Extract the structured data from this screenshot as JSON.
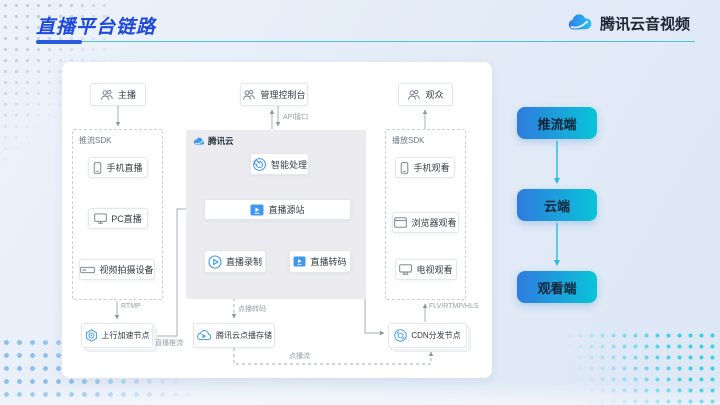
{
  "header": {
    "title": "直播平台链路",
    "brand": "腾讯云音视频"
  },
  "legend": {
    "steps": [
      "推流端",
      "云端",
      "观看端"
    ]
  },
  "diagram": {
    "actors": {
      "host": "主播",
      "console": "管理控制台",
      "audience": "观众"
    },
    "push_sdk": {
      "label": "推流SDK",
      "items": [
        "手机直播",
        "PC直播",
        "视频拍摄设备"
      ]
    },
    "cloud": {
      "label": "腾讯云",
      "smart": "智能处理",
      "origin": "直播源站",
      "record": "直播录制",
      "transcode": "直播转码"
    },
    "play_sdk": {
      "label": "播放SDK",
      "items": [
        "手机观看",
        "浏览器观看",
        "电视观看"
      ]
    },
    "nodes": {
      "uplink": "上行加速节点",
      "vod_storage": "腾讯云点播存储",
      "cdn": "CDN分发节点"
    },
    "edges": {
      "api": "API接口",
      "rtmp": "RTMP",
      "live_push": "直播推流",
      "vod_transcode": "点播转码",
      "vod_stream": "点播流",
      "protocols": "FLV/RTMP/HLS"
    }
  },
  "colors": {
    "title_blue": "#1f49dd",
    "icon_blue": "#3d98f2",
    "step_gradient_start": "#2f7bdf",
    "step_gradient_end": "#08c5d8",
    "arrow_cyan": "#2fb9e6"
  }
}
